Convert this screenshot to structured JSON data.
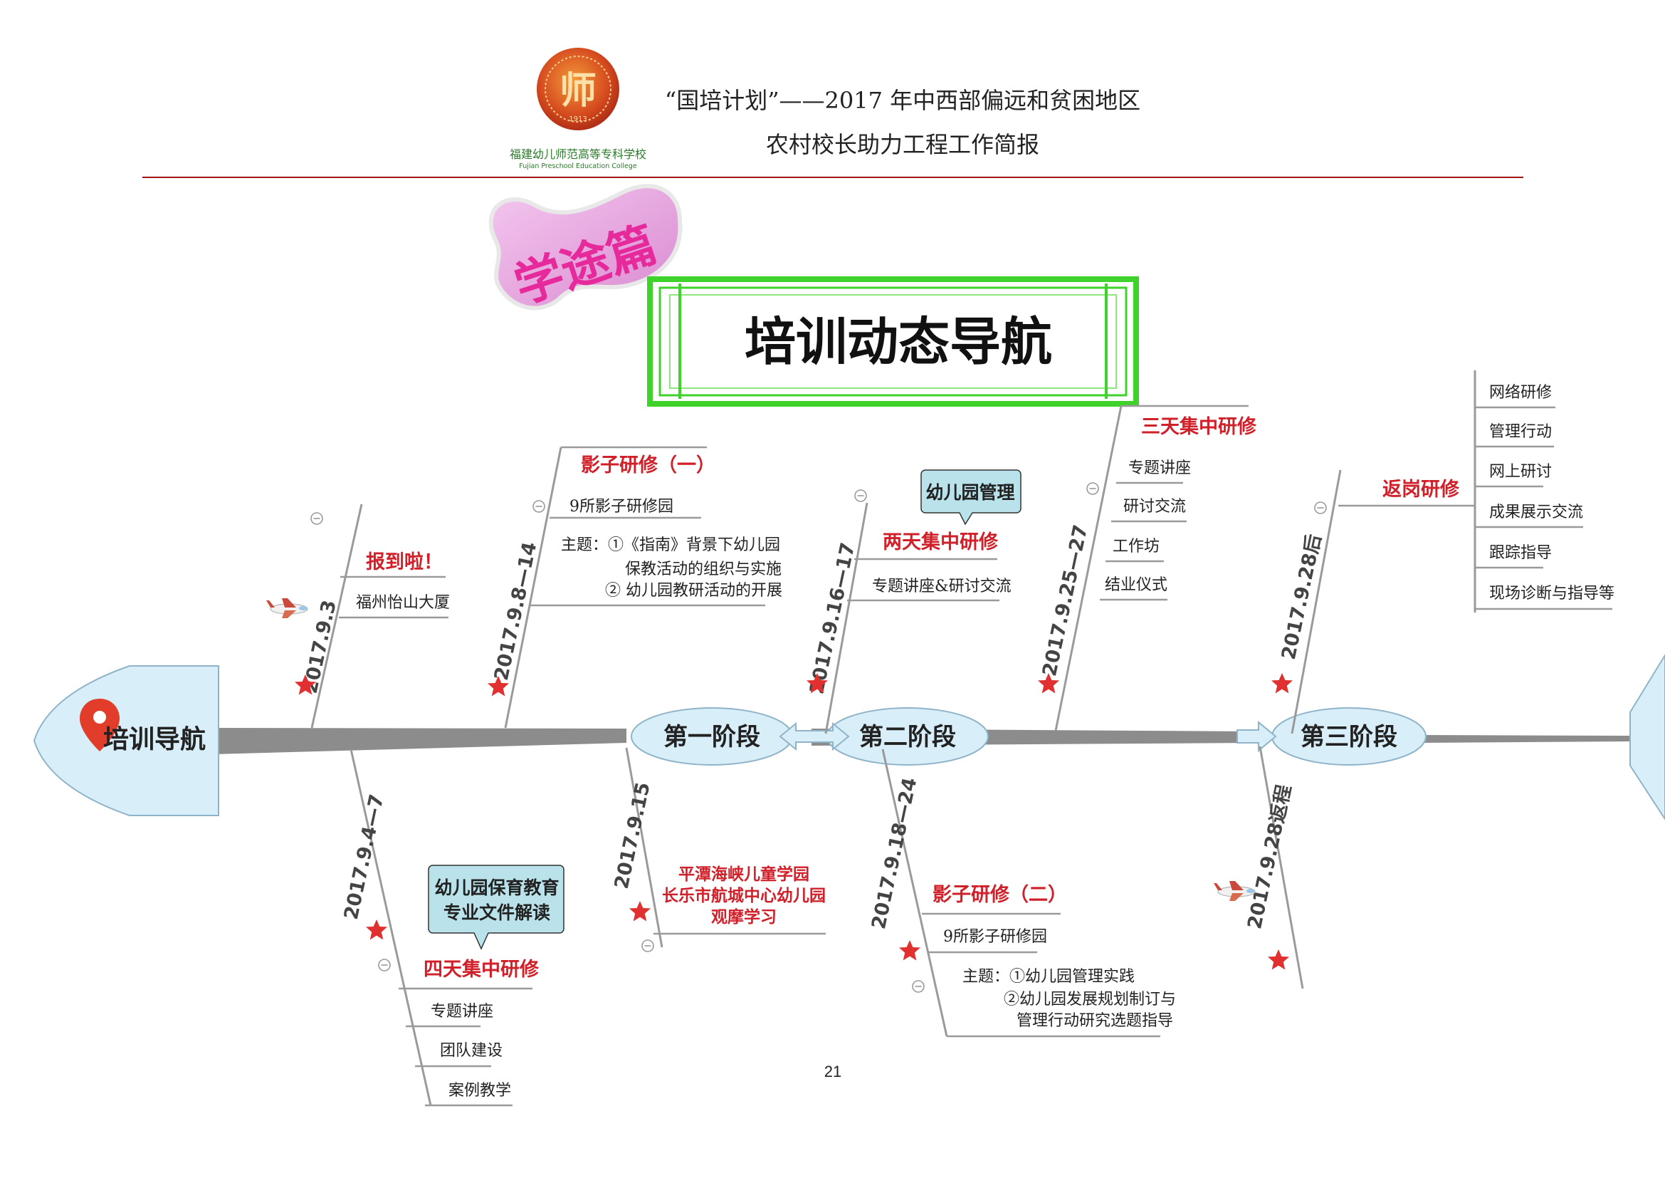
{
  "header": {
    "title_line1": "“国培计划”——2017 年中西部偏远和贫困地区",
    "title_line2": "农村校长助力工程工作简报",
    "logo_text_cn": "福建幼儿师范高等专科学校",
    "logo_text_en": "Fujian Preschool Education College",
    "logo_mark": "师",
    "logo_year": "1913"
  },
  "badge": {
    "label": "学途篇"
  },
  "title_box": {
    "title": "培训动态导航"
  },
  "head_label": "培训导航",
  "stages": [
    "第一阶段",
    "第二阶段",
    "第三阶段"
  ],
  "bones": {
    "d1": "2017.9.3",
    "d2": "2017.9.8—14",
    "d3": "2017.9.16—17",
    "d4": "2017.9.25—27",
    "d5": "2017.9.28后",
    "d6": "2017.9.4—7",
    "d7": "2017.9.15",
    "d8": "2017.9.18—24",
    "d9": "2017.9.28返程"
  },
  "topics": {
    "t1": "报到啦！",
    "t1_items": [
      "福州怡山大厦"
    ],
    "t2": "影子研修（一）",
    "t2_items": [
      "9所影子研修园"
    ],
    "t2_theme": [
      "主题：①《指南》背景下幼儿园",
      "保教活动的组织与实施",
      "② 幼儿园教研活动的开展"
    ],
    "t3": "两天集中研修",
    "t3_callout": "幼儿园管理",
    "t3_items": [
      "专题讲座&研讨交流"
    ],
    "t4": "三天集中研修",
    "t4_items": [
      "专题讲座",
      "研讨交流",
      "工作坊",
      "结业仪式"
    ],
    "t5": "返岗研修",
    "t5_items": [
      "网络研修",
      "管理行动",
      "网上研讨",
      "成果展示交流",
      "跟踪指导",
      "现场诊断与指导等"
    ],
    "t6": "四天集中研修",
    "t6_callout": [
      "幼儿园保育教育",
      "专业文件解读"
    ],
    "t6_items": [
      "专题讲座",
      "团队建设",
      "案例教学"
    ],
    "t7_lines": [
      "平潭海峡儿童学园",
      "长乐市航城中心幼儿园",
      "观摩学习"
    ],
    "t8": "影子研修（二）",
    "t8_items": [
      "9所影子研修园"
    ],
    "t8_theme": [
      "主题：①幼儿园管理实践",
      "②幼儿园发展规划制订与",
      "管理行动研究选题指导"
    ]
  },
  "collapse_glyph": "⊖",
  "page_number": "21",
  "colors": {
    "spine": "#8c8c8c",
    "head_fill": "#d8eef8",
    "head_stroke": "#8fb3c8",
    "topic_red": "#d0202a",
    "star_red": "#e03030",
    "callout_fill": "#b9e2ea",
    "green_frame": "#3fd22b",
    "badge_purple": "#c15db8",
    "header_rule": "#a11515"
  }
}
